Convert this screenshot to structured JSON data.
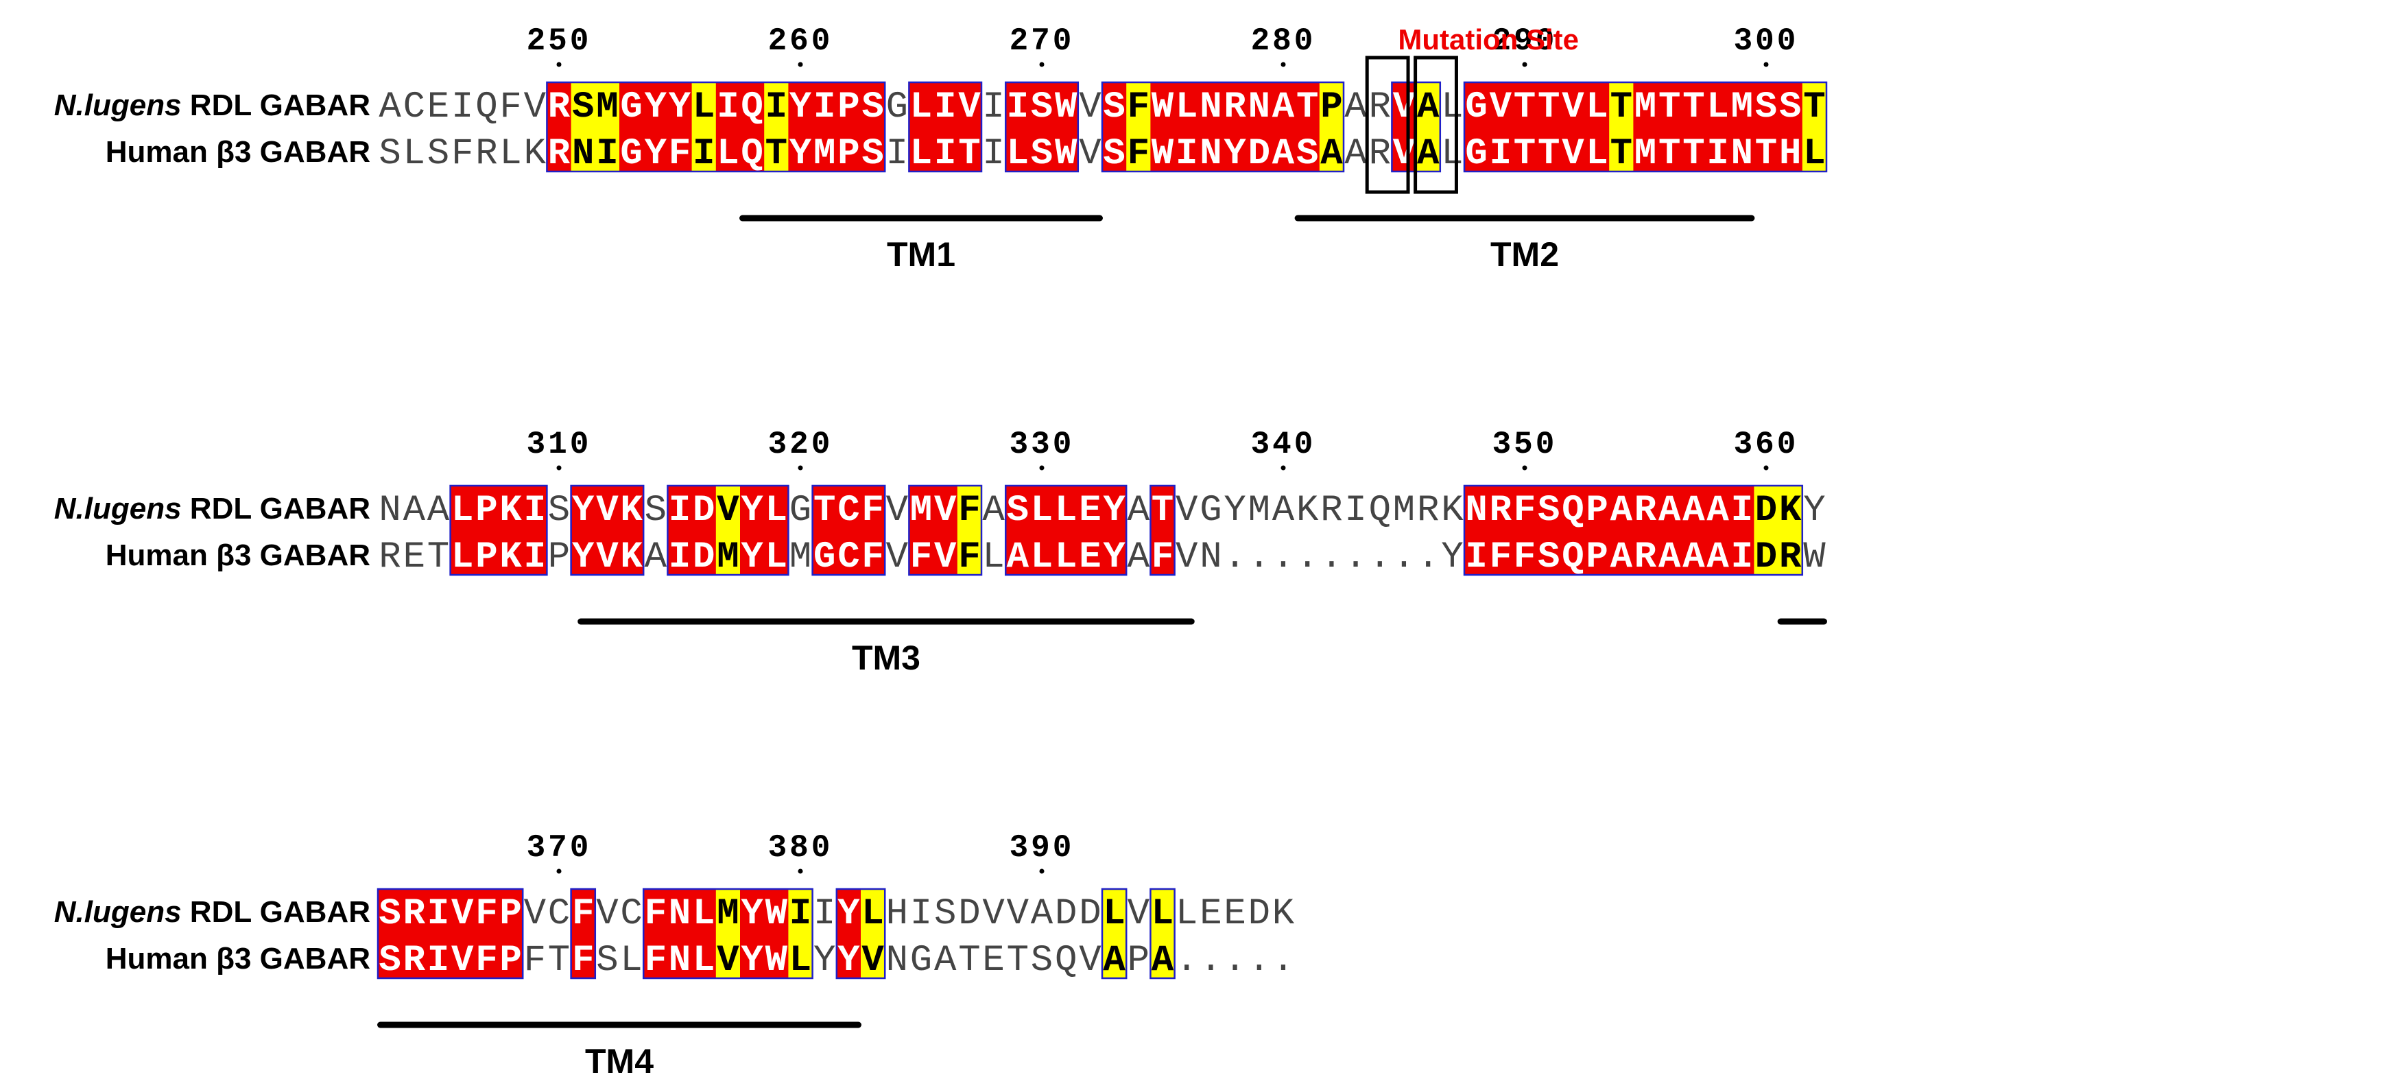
{
  "figure": {
    "labels": {
      "nl_species": "N.lugens",
      "nl_rest": " RDL GABAR",
      "human": "Human β3 GABAR"
    },
    "mutation_site": "Mutation Site",
    "mutation_columns": [
      3,
      5
    ],
    "colors": {
      "identity_bg": "#ee0000",
      "identity_fg": "#ffffff",
      "similar_bg": "#ffff00",
      "similar_fg": "#000000",
      "box_border": "#1f1fc8",
      "plain_fg": "#444444",
      "mutation_label": "#ee0000",
      "bar": "#000000"
    },
    "blocks": [
      {
        "seq1": "ACEIQFVRSMGYYLIQIYIPSGLIVIISWVSFWLNRNATPARVALGVTTVLTMTTLMSST",
        "seq2": "SLSFRLKRNIGYFILQTYMPSILITILSWVSFWINYDASAARVALGITTVLTMTTINTHL",
        "cons": "       RSSRRRSRRSRRRR RRR RRR RSRRRRRRRS  RS RRRRRRSRRRRRRRS S  ",
        "ruler": [
          {
            "col": 8,
            "label": "250"
          },
          {
            "col": 18,
            "label": "260"
          },
          {
            "col": 28,
            "label": "270"
          },
          {
            "col": 38,
            "label": "280"
          },
          {
            "col": 48,
            "label": "290"
          },
          {
            "col": 58,
            "label": "300"
          }
        ],
        "tms": [
          {
            "label": "TM1",
            "start": 15.1,
            "end": 29.9
          },
          {
            "label": "TM2",
            "start": 38.1,
            "end": 56.9
          }
        ]
      },
      {
        "seq1": "NAALPKISYVKSIDVYLGTCFVMVFASLLEYATVGYMAKRIQMRKNRFSQPARAAAIDKY",
        "seq2": "RETLPKIPYVKAIDMYLMGCFVFVFLALLEYAFVN.........YIFFSQPARAAAIDRW",
        "cons": "   RRRR RRR RRSRR RRR RRS RRRRR R            RRRRRRRRRRRRSS",
        "ruler": [
          {
            "col": 8,
            "label": "310"
          },
          {
            "col": 18,
            "label": "320"
          },
          {
            "col": 28,
            "label": "330"
          },
          {
            "col": 38,
            "label": "340"
          },
          {
            "col": 48,
            "label": "350"
          },
          {
            "col": 58,
            "label": "360"
          }
        ],
        "tms": [
          {
            "label": "TM3",
            "start": 8.4,
            "end": 33.7
          },
          {
            "label": "",
            "start": 58.1,
            "end": 59.9
          }
        ]
      },
      {
        "seq1": "SRIVFPVCFVCFNLMYWIIYLHISDVVADDLVLLEEDK",
        "seq2": "SRIVFPFTFSLFNLVYWLYYVNGATETSQVAPA.....",
        "cons": "RRRRRR  R  RRRSRRS RS         S S     ",
        "ruler": [
          {
            "col": 8,
            "label": "370"
          },
          {
            "col": 18,
            "label": "380"
          },
          {
            "col": 28,
            "label": "390"
          }
        ],
        "tms": [
          {
            "label": "TM4",
            "start": 0.1,
            "end": 19.9
          }
        ]
      }
    ]
  }
}
